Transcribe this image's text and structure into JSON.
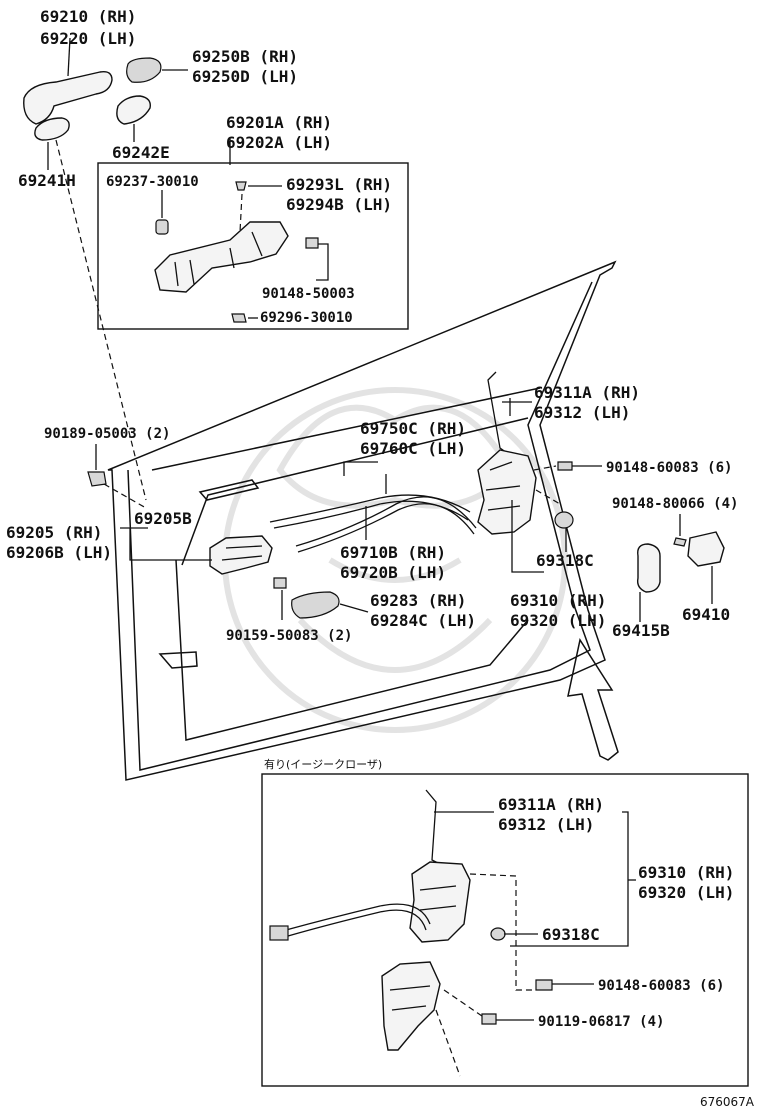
{
  "labels": {
    "l_69210": "69210 (RH)",
    "l_69220": "69220 (LH)",
    "l_69250b": "69250B (RH)",
    "l_69250d": "69250D (LH)",
    "l_69242e": "69242E",
    "l_69241h": "69241H",
    "l_69201a": "69201A (RH)",
    "l_69202a": "69202A (LH)",
    "l_69237": "69237-30010",
    "l_69293l": "69293L (RH)",
    "l_69294b": "69294B (LH)",
    "l_90148_50003": "90148-50003",
    "l_69296": "69296-30010",
    "l_69311a_top": "69311A (RH)",
    "l_69312_top": "69312 (LH)",
    "l_90189": "90189-05003 (2)",
    "l_69750c": "69750C (RH)",
    "l_69760c": "69760C (LH)",
    "l_90148_60083_top": "90148-60083 (6)",
    "l_90148_80066": "90148-80066 (4)",
    "l_69205": "69205 (RH)",
    "l_69205b": "69205B",
    "l_69206b": "69206B (LH)",
    "l_69710b": "69710B (RH)",
    "l_69720b": "69720B (LH)",
    "l_69318c_top": "69318C",
    "l_69283": "69283 (RH)",
    "l_69284c": "69284C (LH)",
    "l_69310_top": "69310 (RH)",
    "l_69320_top": "69320 (LH)",
    "l_69410": "69410",
    "l_69415b": "69415B",
    "l_90159": "90159-50083 (2)",
    "l_note": "有り(イージークローザ)",
    "l_69311a_bot": "69311A (RH)",
    "l_69312_bot": "69312 (LH)",
    "l_69310_bot": "69310 (RH)",
    "l_69320_bot": "69320 (LH)",
    "l_69318c_bot": "69318C",
    "l_90148_60083_bot": "90148-60083 (6)",
    "l_90119": "90119-06817 (4)",
    "l_code": "676067A"
  }
}
